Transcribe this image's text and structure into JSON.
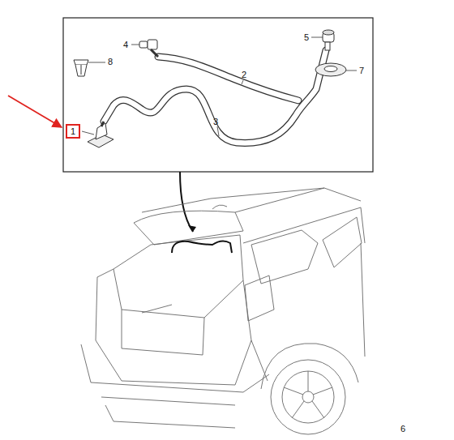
{
  "diagram": {
    "nodes": [
      {
        "text": [
          "1"
        ]
      }
    ],
    "labels": [
      "2",
      "3",
      "4",
      "5",
      "6",
      "7",
      "8"
    ]
  }
}
